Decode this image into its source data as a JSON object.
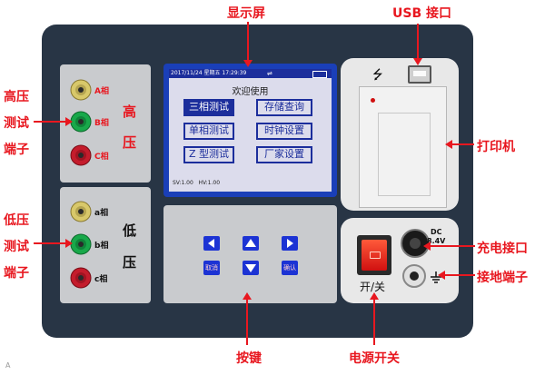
{
  "callouts": {
    "display": "显示屏",
    "usb": "USB 接口",
    "printer": "打印机",
    "charge": "充电接口",
    "ground": "接地端子",
    "keys": "按键",
    "power": "电源开关",
    "hv_terminals": [
      "高压",
      "测试",
      "端子"
    ],
    "lv_terminals": [
      "低压",
      "测试",
      "端子"
    ]
  },
  "hv_panel": {
    "terminals": [
      {
        "label": "A相",
        "color": "#d8c86a"
      },
      {
        "label": "B相",
        "color": "#18a84a"
      },
      {
        "label": "C相",
        "color": "#c41c2c"
      }
    ],
    "title_chars": [
      "高",
      "压"
    ],
    "title_color": "#e8171f"
  },
  "lv_panel": {
    "terminals": [
      {
        "label": "a相",
        "color": "#d8c86a"
      },
      {
        "label": "b相",
        "color": "#18a84a"
      },
      {
        "label": "c相",
        "color": "#c41c2c"
      }
    ],
    "title_chars": [
      "低",
      "压"
    ]
  },
  "screen": {
    "status_bar": "2017/11/24 星期五 17:29:39",
    "welcome": "欢迎使用",
    "menu": [
      "三相测试",
      "存储查询",
      "单相测试",
      "时钟设置",
      "Z 型测试",
      "厂家设置"
    ],
    "selected_index": 0,
    "footer": "SV:1.00   HV:1.00"
  },
  "keypad": {
    "cancel_label": "取消",
    "confirm_label": "确认",
    "icons": [
      "arrow-up-icon",
      "arrow-down-icon",
      "arrow-left-icon",
      "arrow-right-icon"
    ]
  },
  "power": {
    "switch_label": "开/关"
  },
  "dc_label": [
    "DC",
    "8.4V"
  ],
  "footnote": "A"
}
